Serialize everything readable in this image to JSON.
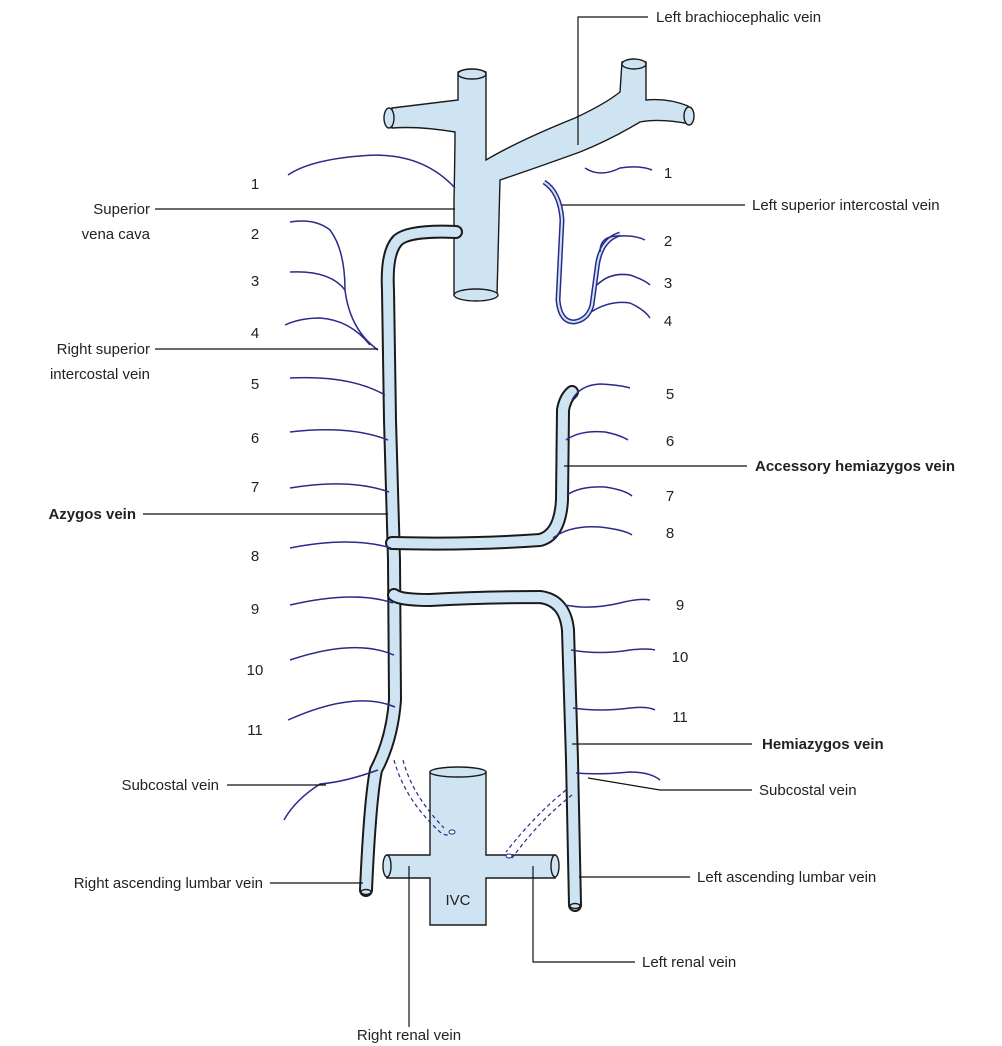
{
  "labels": {
    "left_brachiocephalic": "Left brachiocephalic vein",
    "superior_vena_cava_1": "Superior",
    "superior_vena_cava_2": "vena cava",
    "left_superior_intercostal": "Left superior intercostal vein",
    "right_superior_intercostal_1": "Right superior",
    "right_superior_intercostal_2": "intercostal vein",
    "accessory_hemiazygos": "Accessory hemiazygos vein",
    "azygos": "Azygos vein",
    "hemiazygos": "Hemiazygos vein",
    "subcostal_right": "Subcostal vein",
    "subcostal_left": "Subcostal vein",
    "right_ascending_lumbar": "Right ascending lumbar vein",
    "left_ascending_lumbar": "Left ascending lumbar vein",
    "left_renal": "Left renal vein",
    "right_renal": "Right renal vein",
    "ivc": "IVC"
  },
  "right_intercostal_numbers": [
    "1",
    "2",
    "3",
    "4",
    "5",
    "6",
    "7",
    "8",
    "9",
    "10",
    "11"
  ],
  "left_intercostal_numbers": [
    "1",
    "2",
    "3",
    "4",
    "5",
    "6",
    "7",
    "8",
    "9",
    "10",
    "11"
  ],
  "colors": {
    "vein_fill": "#cfe4f3",
    "tributary": "#2a2a8a",
    "outline": "#1a1a1a"
  }
}
